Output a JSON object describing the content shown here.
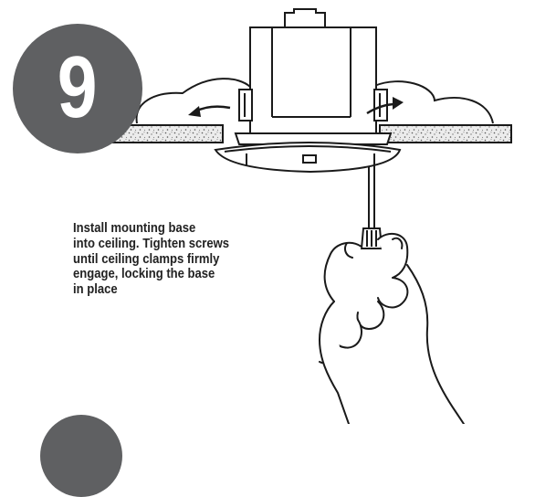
{
  "step": {
    "number": "9",
    "instruction_lines": [
      "Install mounting base",
      "into ceiling. Tighten screws",
      "until ceiling clamps firmly",
      "engage, locking the base",
      "in place"
    ]
  },
  "colors": {
    "badge": "#5f6062",
    "ink": "#1a1a1a",
    "ceiling_fill": "#e9e9e9"
  },
  "icons": [
    "rotate-left-arrow-icon",
    "rotate-right-arrow-icon"
  ]
}
